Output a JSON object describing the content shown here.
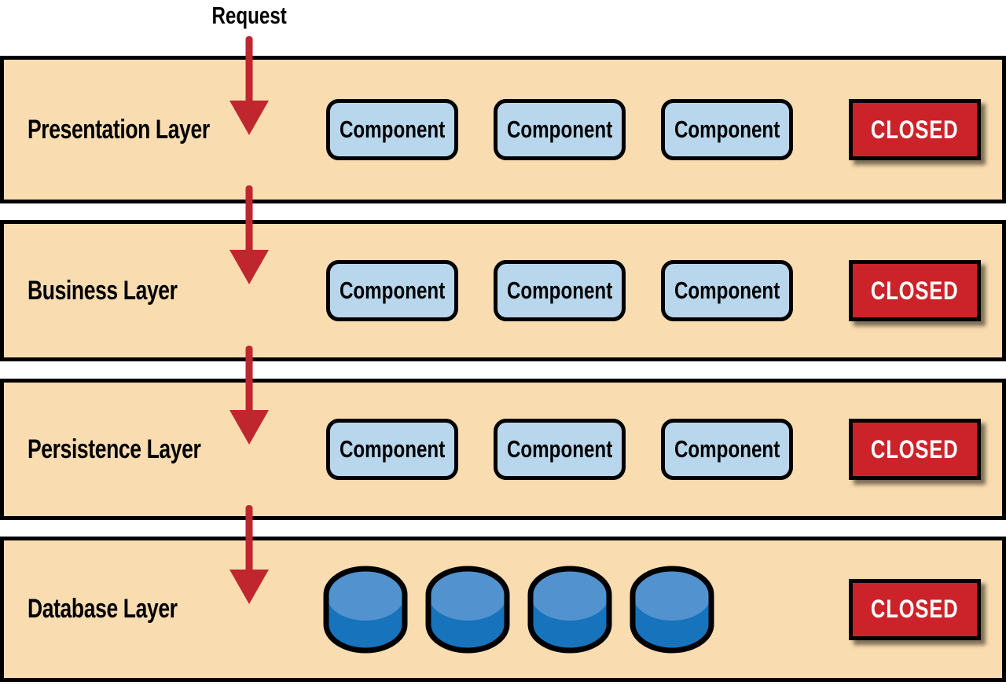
{
  "diagram": {
    "request_label": "Request"
  },
  "layers": [
    {
      "label": "Presentation Layer",
      "components": [
        "Component",
        "Component",
        "Component"
      ],
      "status": "CLOSED"
    },
    {
      "label": "Business Layer",
      "components": [
        "Component",
        "Component",
        "Component"
      ],
      "status": "CLOSED"
    },
    {
      "label": "Persistence Layer",
      "components": [
        "Component",
        "Component",
        "Component"
      ],
      "status": "CLOSED"
    },
    {
      "label": "Database Layer",
      "database_count": 4,
      "status": "CLOSED"
    }
  ],
  "colors": {
    "band_fill": "#f9dcb0",
    "component_fill": "#b8d7ec",
    "closed_fill": "#cb2329",
    "closed_text": "#ffffff",
    "arrow_red": "#c0262e",
    "cylinder_top": "#5292cf",
    "cylinder_body": "#1773bb",
    "border": "#000000"
  }
}
